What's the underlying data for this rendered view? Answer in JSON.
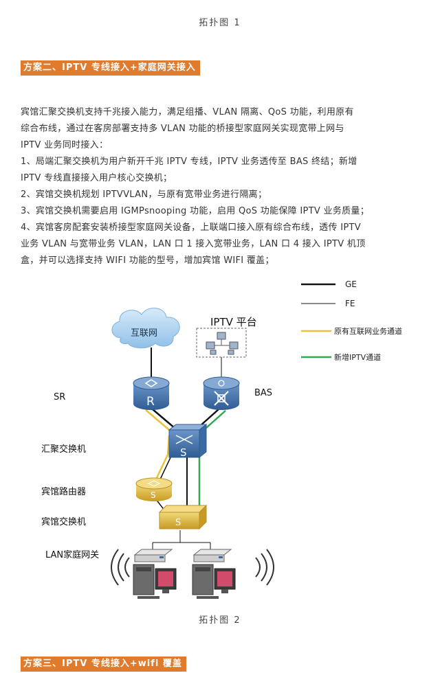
{
  "captions": {
    "top": "拓扑图 1",
    "bottom": "拓扑图 2"
  },
  "section2": {
    "title": "方案二、IPTV 专线接入+家庭网关接入"
  },
  "body": {
    "lines": [
      "宾馆汇聚交换机支持千兆接入能力，满足组播、VLAN 隔离、QoS 功能，利用原有",
      "综合布线，通过在客房部署支持多 VLAN 功能的桥接型家庭网关实现宽带上网与",
      "IPTV 业务同时接入：",
      "1、局端汇聚交换机为用户新开千兆 IPTV 专线，IPTV 业务透传至 BAS 终结；新增",
      "IPTV 专线直接接入用户核心交换机；",
      "2、宾馆交换机规划 IPTVVLAN，与原有宽带业务进行隔离；",
      "3、宾馆交换机需要启用 IGMPsnooping 功能，启用 QoS 功能保障 IPTV 业务质量；",
      "4、宾馆客房配套安装桥接型家庭网关设备，上联端口接入原有综合布线，透传 IPTV",
      "业务 VLAN 与宽带业务 VLAN，LAN 口 1 接入宽带业务，LAN 口 4 接入 IPTV 机顶",
      "盒，并可以选择支持 WIFI 功能的型号，增加宾馆 WIFI 覆盖；"
    ]
  },
  "diagram": {
    "legend": {
      "ge": "GE",
      "fe": "FE",
      "existing": "原有互联网业务通道",
      "new_iptv": "新增IPTV通道"
    },
    "nodes": {
      "internet": "互联网",
      "iptv_platform": "IPTV 平台",
      "sr": "SR",
      "bas": "BAS",
      "aggregation": "汇聚交换机",
      "router": "宾馆路由器",
      "hotel_switch": "宾馆交换机",
      "lan_gateway": "LAN家庭网关"
    },
    "icon_letters": {
      "r": "R",
      "s": "S"
    },
    "colors": {
      "existing": "#e8c23a",
      "new_iptv": "#2fa84f",
      "device_blue": "#3f6fa8",
      "device_gold": "#d8b03a",
      "header": "#e07b2e"
    }
  },
  "section3": {
    "title": "方案三、IPTV 专线接入+wifi 覆盖"
  }
}
